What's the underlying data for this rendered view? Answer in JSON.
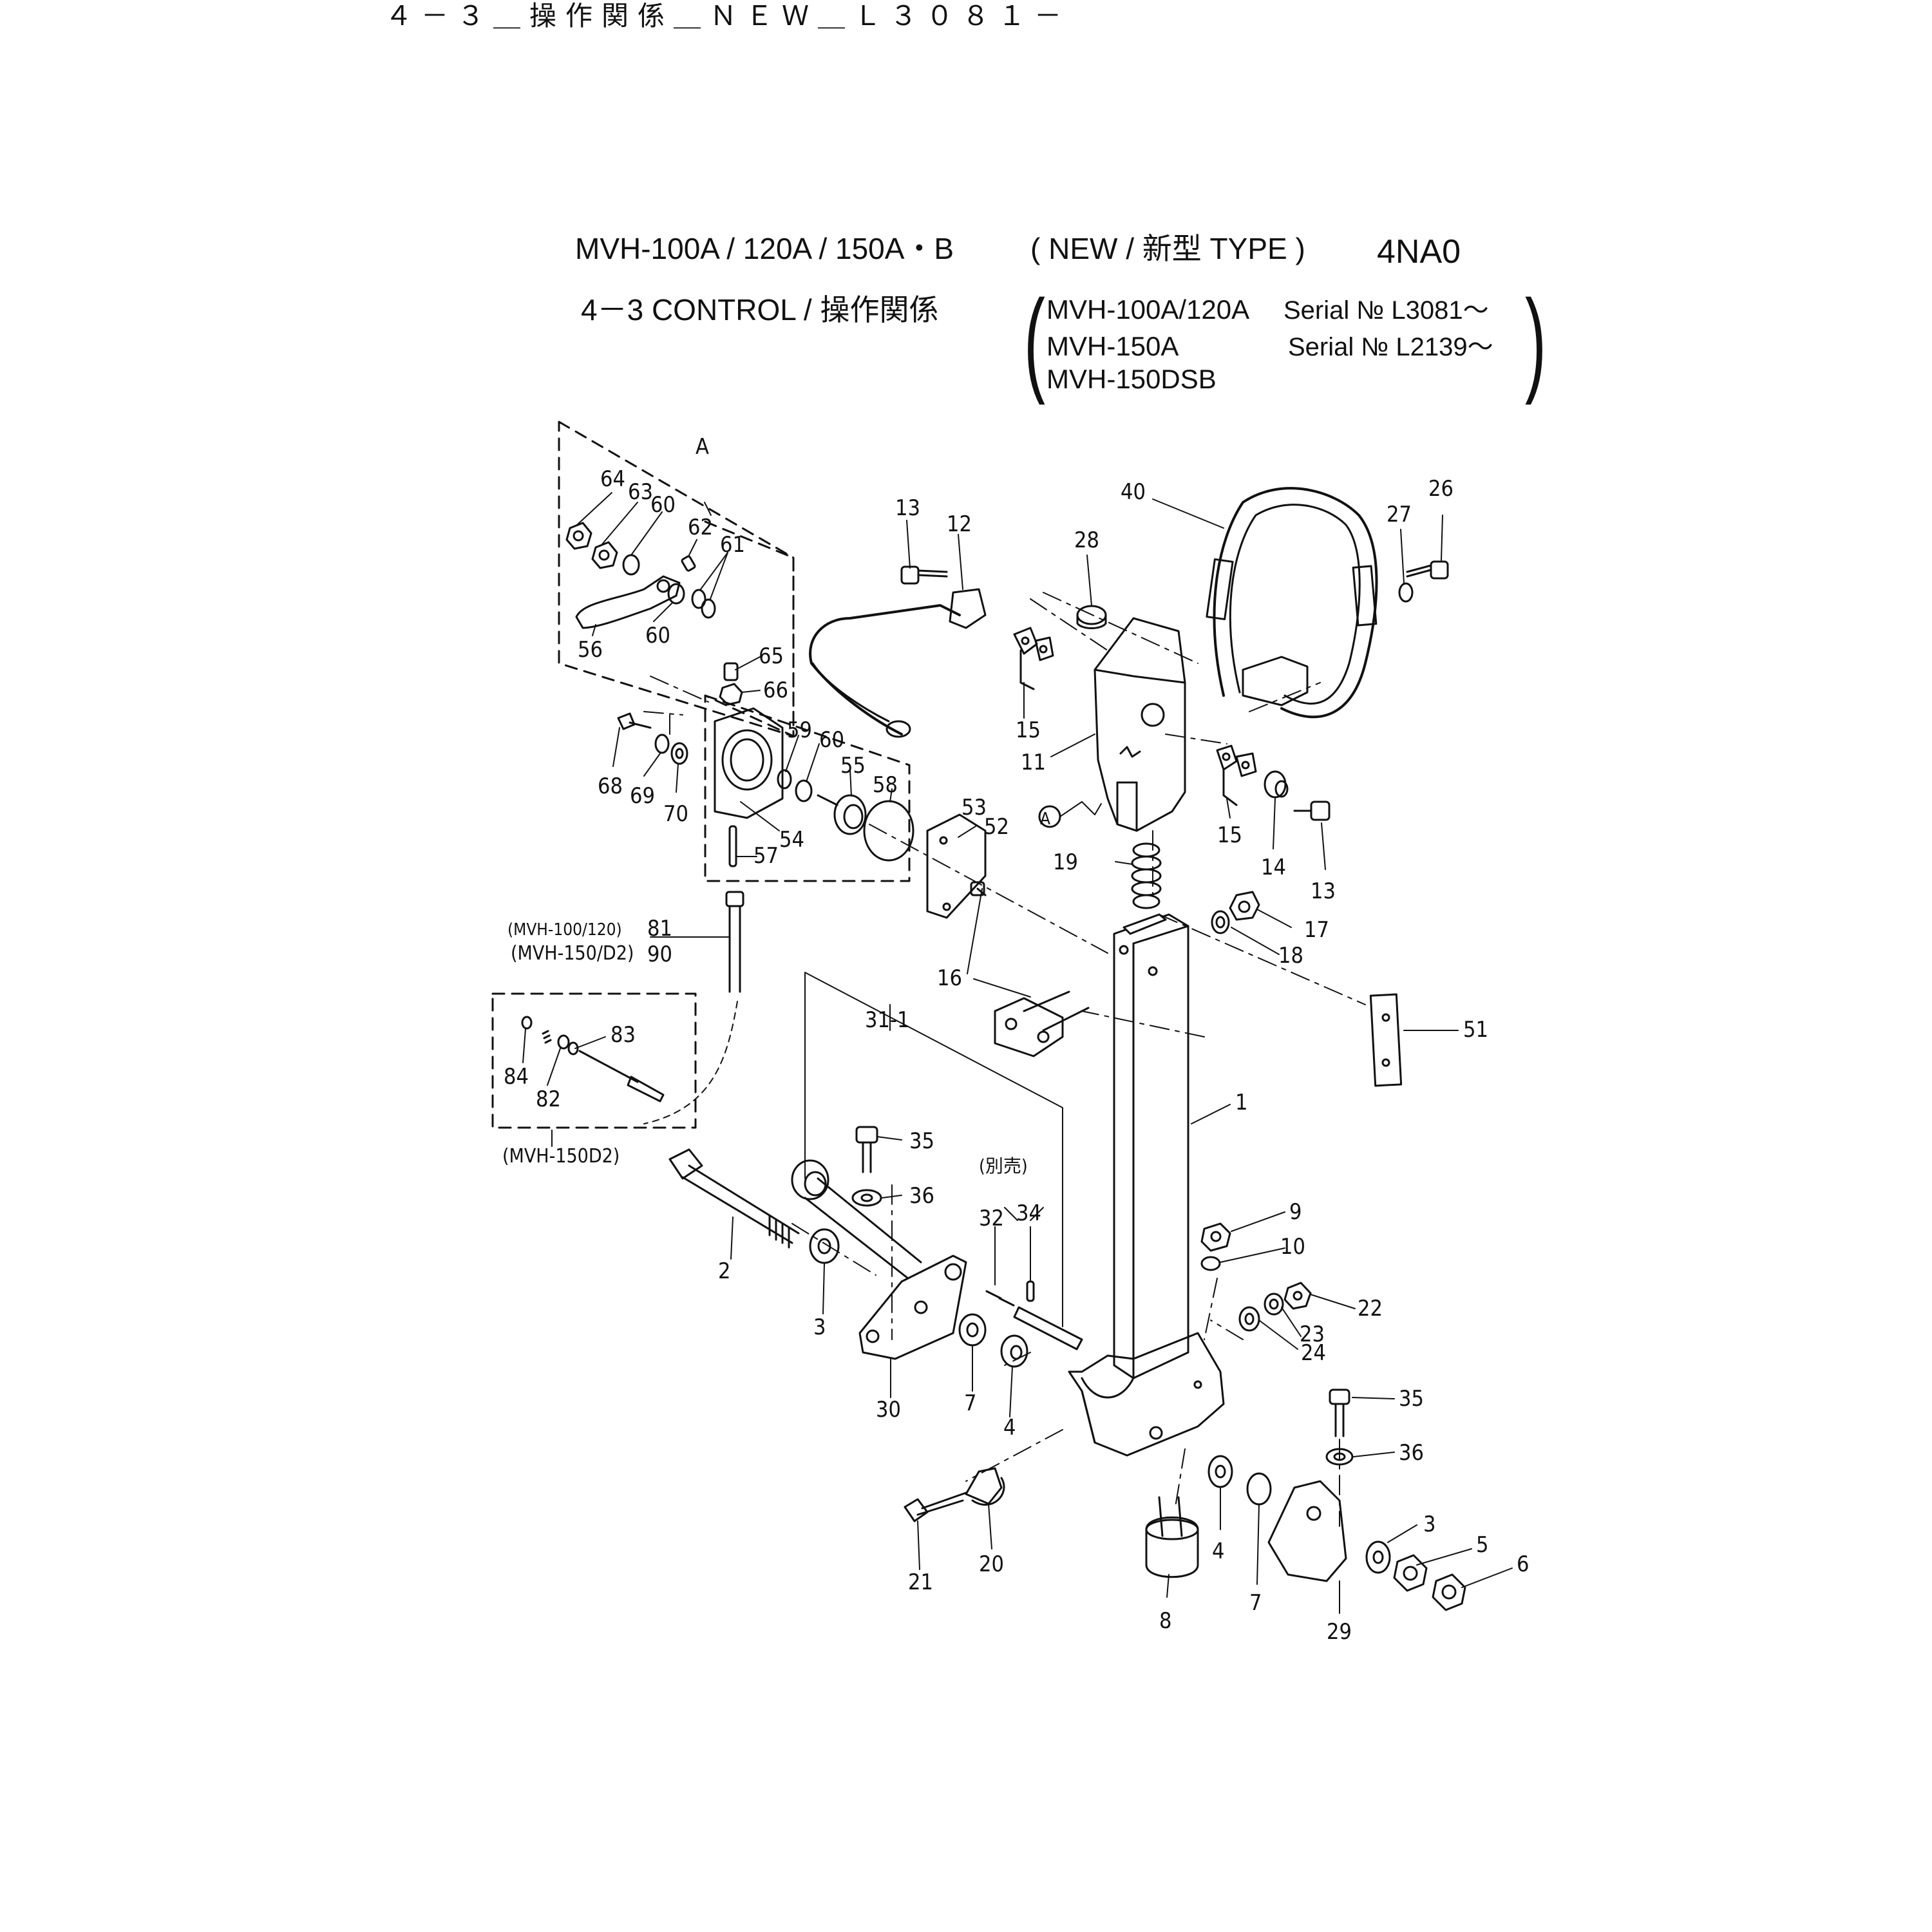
{
  "header": {
    "text": "４－３＿操作関係＿ＮＥＷ＿Ｌ３０８１－"
  },
  "title": {
    "models": "MVH-100A / 120A / 150A・B",
    "type": "( NEW / 新型 TYPE )",
    "code": "4NA0",
    "section": "4－3 CONTROL / 操作関係"
  },
  "serials": [
    {
      "model": "MVH-100A/120A",
      "serial": "Serial № L3081～"
    },
    {
      "model": "MVH-150A",
      "serial": "Serial № L2139～"
    },
    {
      "model": "MVH-150DSB",
      "serial": ""
    }
  ],
  "diagram": {
    "detail_label": "A",
    "callout_marker": "A",
    "variant_notes": {
      "mvh100_120": "(MVH-100/120)",
      "mvh150_d2": "(MVH-150/D2)",
      "mvh150d2": "(MVH-150D2)",
      "sold_separately": "(別売)"
    },
    "part_numbers": {
      "p1": "1",
      "p2": "2",
      "p3a": "3",
      "p3b": "3",
      "p4a": "4",
      "p4b": "4",
      "p5": "5",
      "p6": "6",
      "p7a": "7",
      "p7b": "7",
      "p8": "8",
      "p9": "9",
      "p10": "10",
      "p11": "11",
      "p12": "12",
      "p13a": "13",
      "p13b": "13",
      "p14": "14",
      "p15a": "15",
      "p15b": "15",
      "p16": "16",
      "p17": "17",
      "p18": "18",
      "p19": "19",
      "p20": "20",
      "p21": "21",
      "p22": "22",
      "p23": "23",
      "p24": "24",
      "p26": "26",
      "p27": "27",
      "p28": "28",
      "p29": "29",
      "p30": "30",
      "p31_1": "31-1",
      "p32": "32",
      "p34": "34",
      "p35a": "35",
      "p35b": "35",
      "p36a": "36",
      "p36b": "36",
      "p40": "40",
      "p51": "51",
      "p52": "52",
      "p53": "53",
      "p54": "54",
      "p55": "55",
      "p56": "56",
      "p57": "57",
      "p58": "58",
      "p59": "59",
      "p60a": "60",
      "p60b": "60",
      "p60c": "60",
      "p61": "61",
      "p62": "62",
      "p63": "63",
      "p64": "64",
      "p65": "65",
      "p66": "66",
      "p68": "68",
      "p69": "69",
      "p70": "70",
      "p81": "81",
      "p82": "82",
      "p83": "83",
      "p84": "84",
      "p90": "90"
    }
  }
}
